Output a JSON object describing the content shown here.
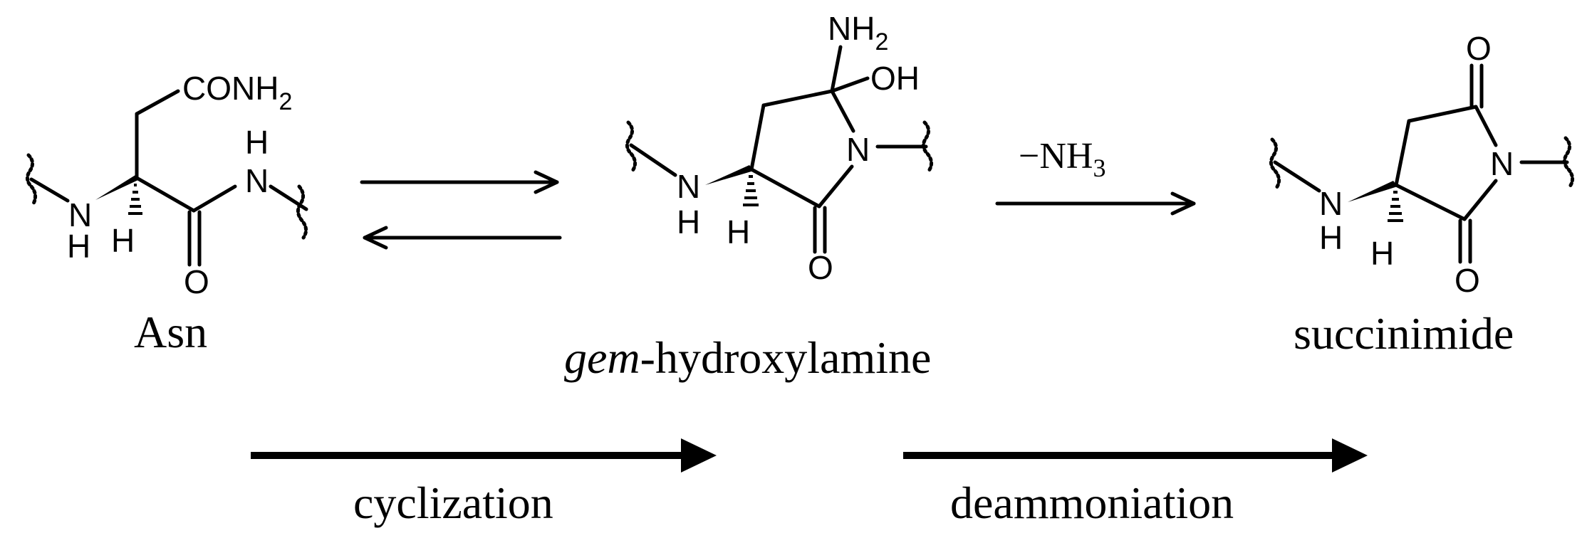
{
  "molecules": {
    "asn": {
      "name": "Asn",
      "side_chain": "CONH",
      "side_chain_sub": "2",
      "nh_n": "N",
      "nh_h": "H",
      "alpha_h": "H",
      "amide_n": "N",
      "amide_h": "H",
      "carbonyl_o": "O"
    },
    "gem": {
      "name_italic": "gem",
      "name_rest": "-hydroxylamine",
      "amino": "NH",
      "amino_sub": "2",
      "hydroxyl": "OH",
      "ring_n": "N",
      "nh_n": "N",
      "nh_h": "H",
      "alpha_h": "H",
      "carbonyl_o": "O"
    },
    "succinimide": {
      "name": "succinimide",
      "top_o": "O",
      "ring_n": "N",
      "nh_n": "N",
      "nh_h": "H",
      "alpha_h": "H",
      "bottom_o": "O"
    }
  },
  "reactions": {
    "equilibrium_arrow": "reversible",
    "elimination_prefix": "−NH",
    "elimination_sub": "3"
  },
  "stages": {
    "cyclization": "cyclization",
    "deammoniation": "deammoniation"
  }
}
